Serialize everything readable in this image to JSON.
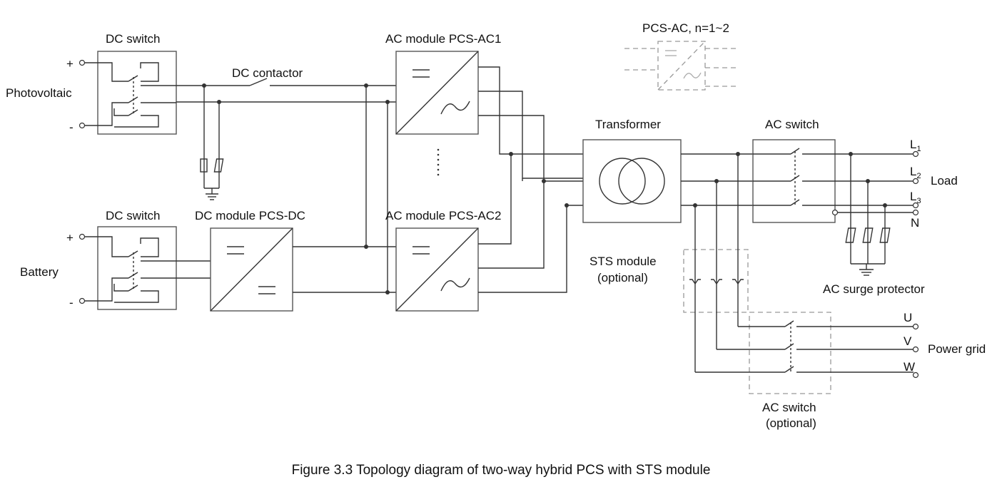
{
  "labels": {
    "dc_switch_top": "DC switch",
    "dc_switch_bottom": "DC switch",
    "photovoltaic": "Photovoltaic",
    "battery": "Battery",
    "pv_plus": "+",
    "pv_minus": "-",
    "bat_plus": "+",
    "bat_minus": "-",
    "dc_contactor": "DC contactor",
    "dc_module": "DC module PCS-DC",
    "ac_module_1": "AC module PCS-AC1",
    "ac_module_2": "AC module PCS-AC2",
    "pcs_ac_legend": "PCS-AC, n=1~2",
    "transformer": "Transformer",
    "ac_switch": "AC switch",
    "load": "Load",
    "l1": "L",
    "l1_sub": "1",
    "l2": "L",
    "l2_sub": "2",
    "l3": "L",
    "l3_sub": "3",
    "n": "N",
    "sts_module_line1": "STS module",
    "sts_module_line2": "(optional)",
    "ac_surge_protector": "AC surge protector",
    "u": "U",
    "v": "V",
    "w": "W",
    "power_grid": "Power grid",
    "ac_switch_optional_line1": "AC switch",
    "ac_switch_optional_line2": "(optional)"
  },
  "caption": "Figure 3.3 Topology diagram of two-way hybrid PCS with STS module"
}
